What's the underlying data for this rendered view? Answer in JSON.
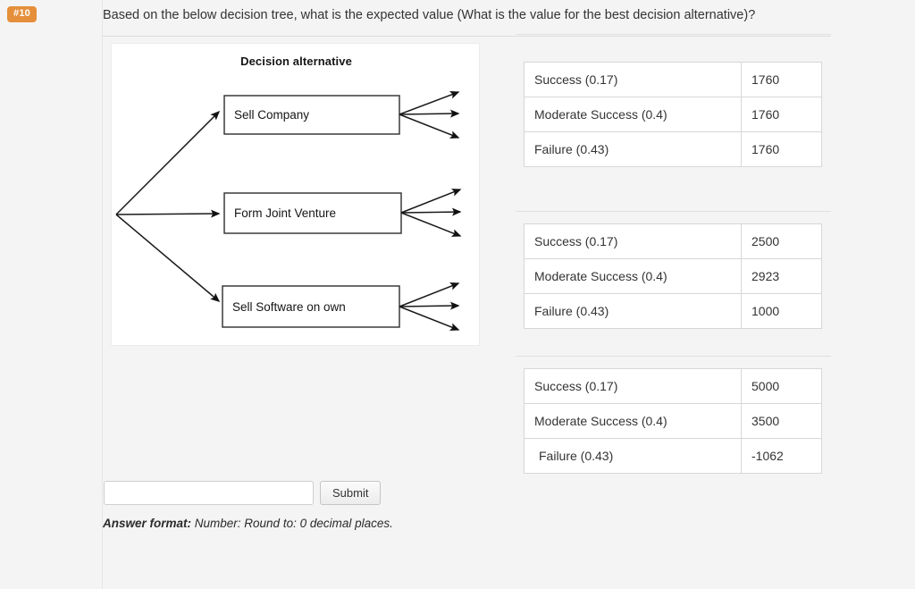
{
  "badge": {
    "label": "#10"
  },
  "question": {
    "text": "Based on the below decision tree, what is the expected value (What is the value for the best decision alternative)?"
  },
  "figure": {
    "title": "Decision alternative",
    "nodes": [
      {
        "label": "Sell Company"
      },
      {
        "label": "Form Joint Venture"
      },
      {
        "label": "Sell Software on own"
      }
    ]
  },
  "tables": [
    {
      "rows": [
        {
          "label": "Success (0.17)",
          "value": "1760"
        },
        {
          "label": "Moderate Success (0.4)",
          "value": "1760"
        },
        {
          "label": "Failure (0.43)",
          "value": "1760"
        }
      ]
    },
    {
      "rows": [
        {
          "label": "Success (0.17)",
          "value": "2500"
        },
        {
          "label": "Moderate Success (0.4)",
          "value": "2923"
        },
        {
          "label": "Failure (0.43)",
          "value": "1000"
        }
      ]
    },
    {
      "rows": [
        {
          "label": "Success (0.17)",
          "value": "5000"
        },
        {
          "label": "Moderate Success (0.4)",
          "value": "3500"
        },
        {
          "label": "Failure (0.43)",
          "value": "-1062"
        }
      ]
    }
  ],
  "form": {
    "answer_value": "",
    "answer_placeholder": "",
    "submit_label": "Submit",
    "format_strong": "Answer format:",
    "format_rest": " Number: Round to: 0 decimal places."
  },
  "colors": {
    "badge_bg": "#e58f3b",
    "page_bg": "#f4f4f4",
    "rule": "#dddddd"
  }
}
